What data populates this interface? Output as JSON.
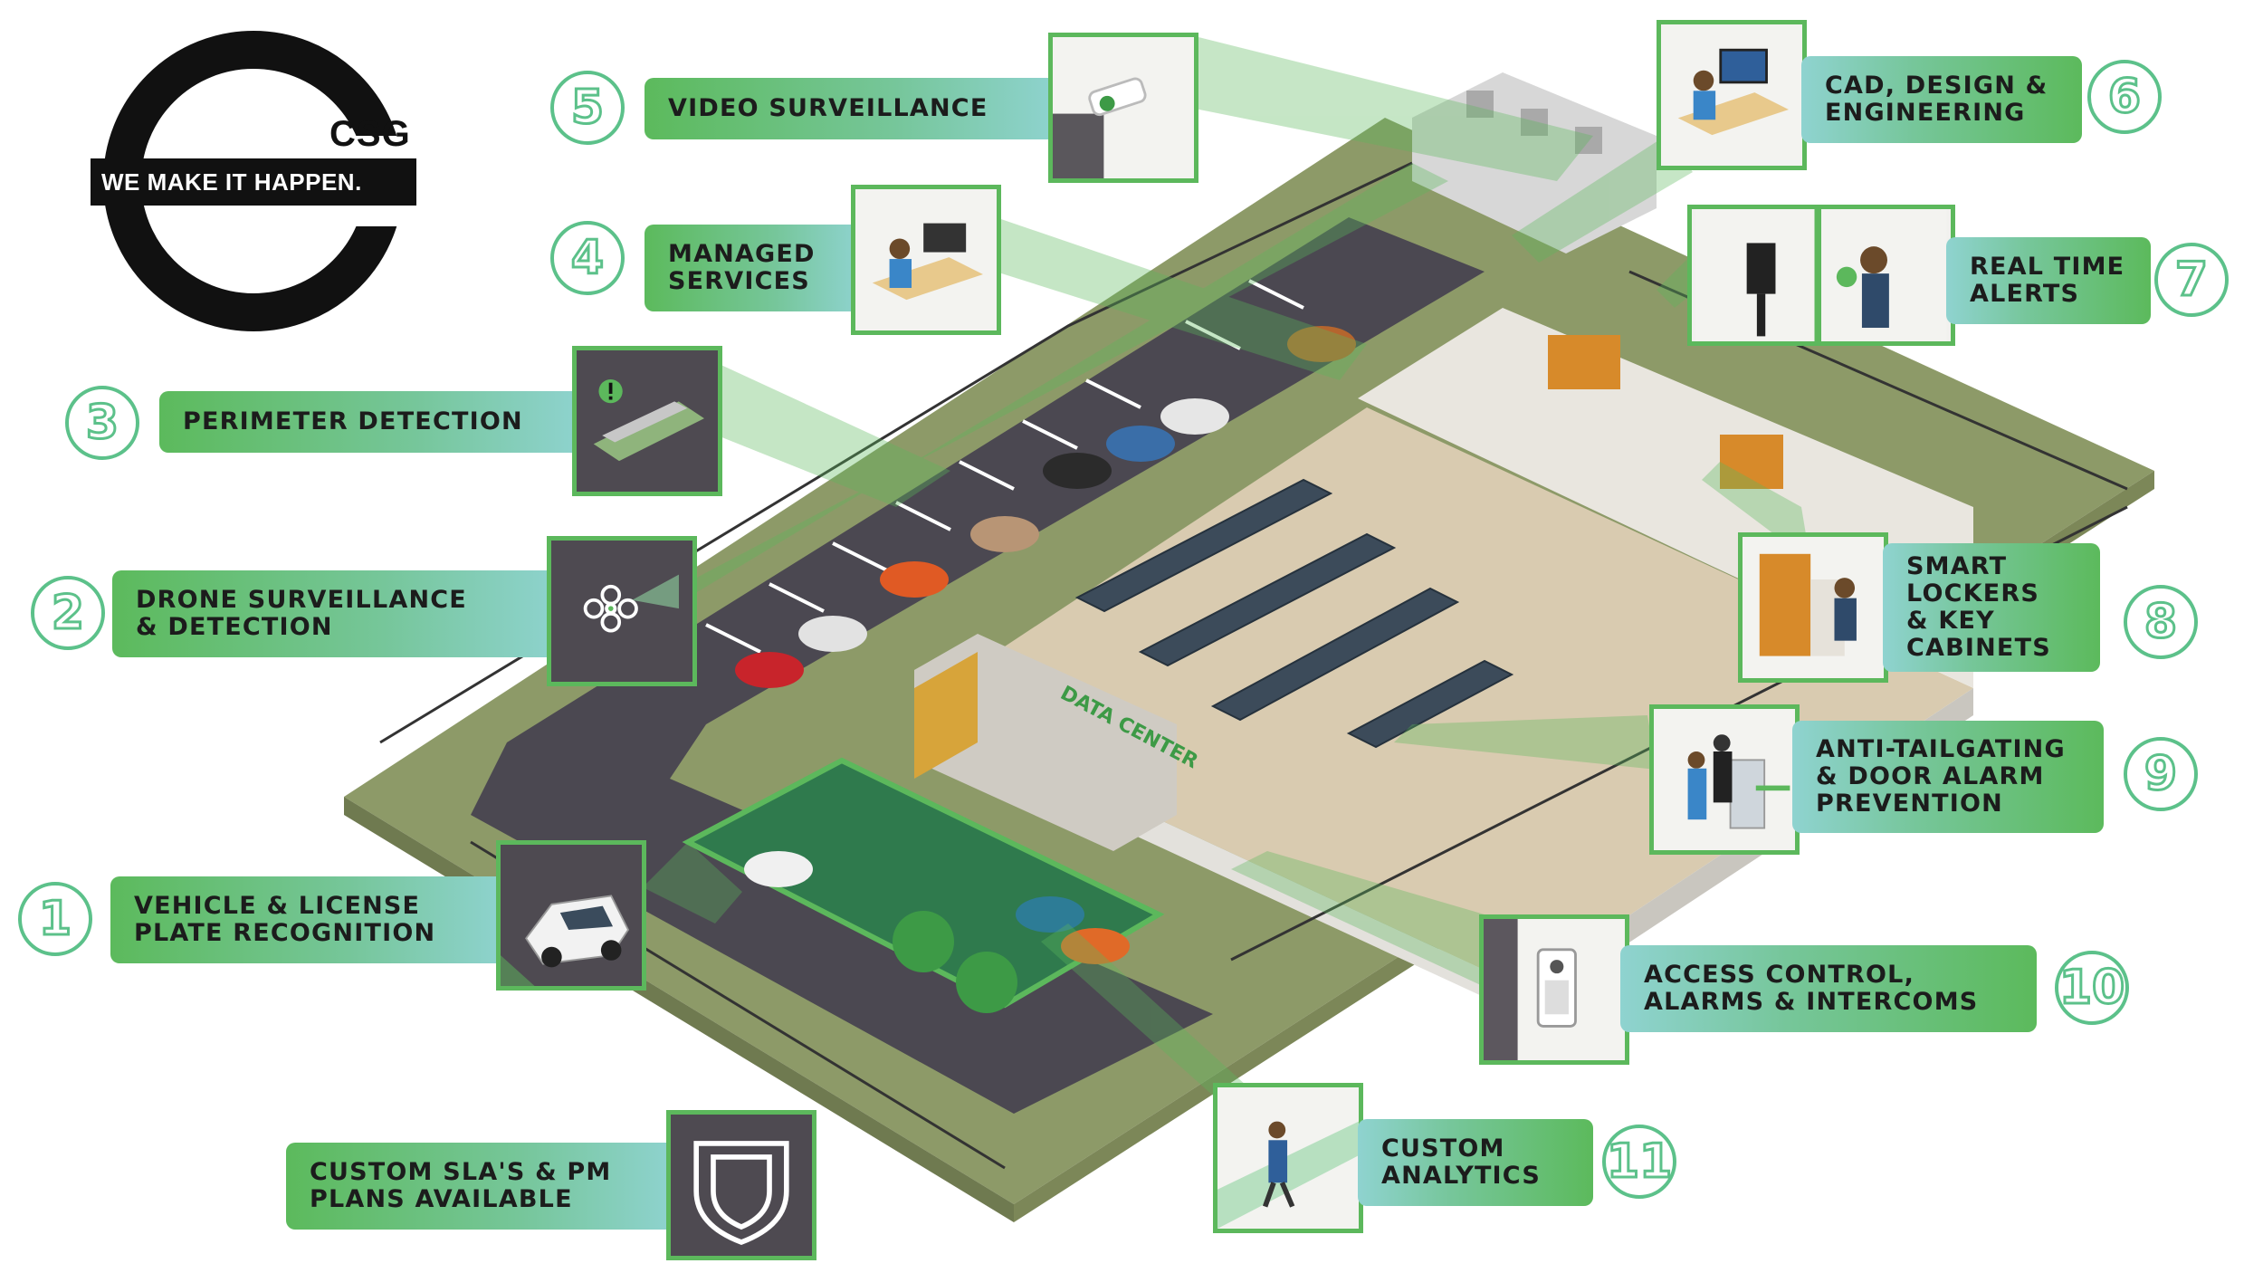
{
  "logo": {
    "brand": "CSG",
    "tagline": "WE MAKE IT HAPPEN."
  },
  "colors": {
    "accent_green": "#5cb85c",
    "teal": "#8fd3d0",
    "number_ring": "#5cc18a",
    "asphalt": "#4b4851",
    "grass": "#8d9a68"
  },
  "building": {
    "sign": "DATA CENTER"
  },
  "callouts": [
    {
      "number": "1",
      "label": "VEHICLE & LICENSE\nPLATE RECOGNITION",
      "icon": "car-icon"
    },
    {
      "number": "2",
      "label": "DRONE SURVEILLANCE\n& DETECTION",
      "icon": "drone-icon"
    },
    {
      "number": "3",
      "label": "PERIMETER DETECTION",
      "icon": "fence-sensor-icon"
    },
    {
      "number": "4",
      "label": "MANAGED\nSERVICES",
      "icon": "operator-desk-icon"
    },
    {
      "number": "5",
      "label": "VIDEO SURVEILLANCE",
      "icon": "camera-icon"
    },
    {
      "number": "6",
      "label": "CAD, DESIGN &\nENGINEERING",
      "icon": "designer-desk-icon"
    },
    {
      "number": "7",
      "label": "REAL TIME\nALERTS",
      "icon": "alert-icon"
    },
    {
      "number": "8",
      "label": "SMART\nLOCKERS\n& KEY\nCABINETS",
      "icon": "locker-icon"
    },
    {
      "number": "9",
      "label": "ANTI-TAILGATING\n& DOOR ALARM\nPREVENTION",
      "icon": "turnstile-icon"
    },
    {
      "number": "10",
      "label": "ACCESS CONTROL,\nALARMS & INTERCOMS",
      "icon": "intercom-icon"
    },
    {
      "number": "11",
      "label": "CUSTOM\nANALYTICS",
      "icon": "walking-person-icon"
    }
  ],
  "sla": {
    "label": "CUSTOM SLA'S & PM\nPLANS AVAILABLE",
    "icon": "shield-icon"
  }
}
